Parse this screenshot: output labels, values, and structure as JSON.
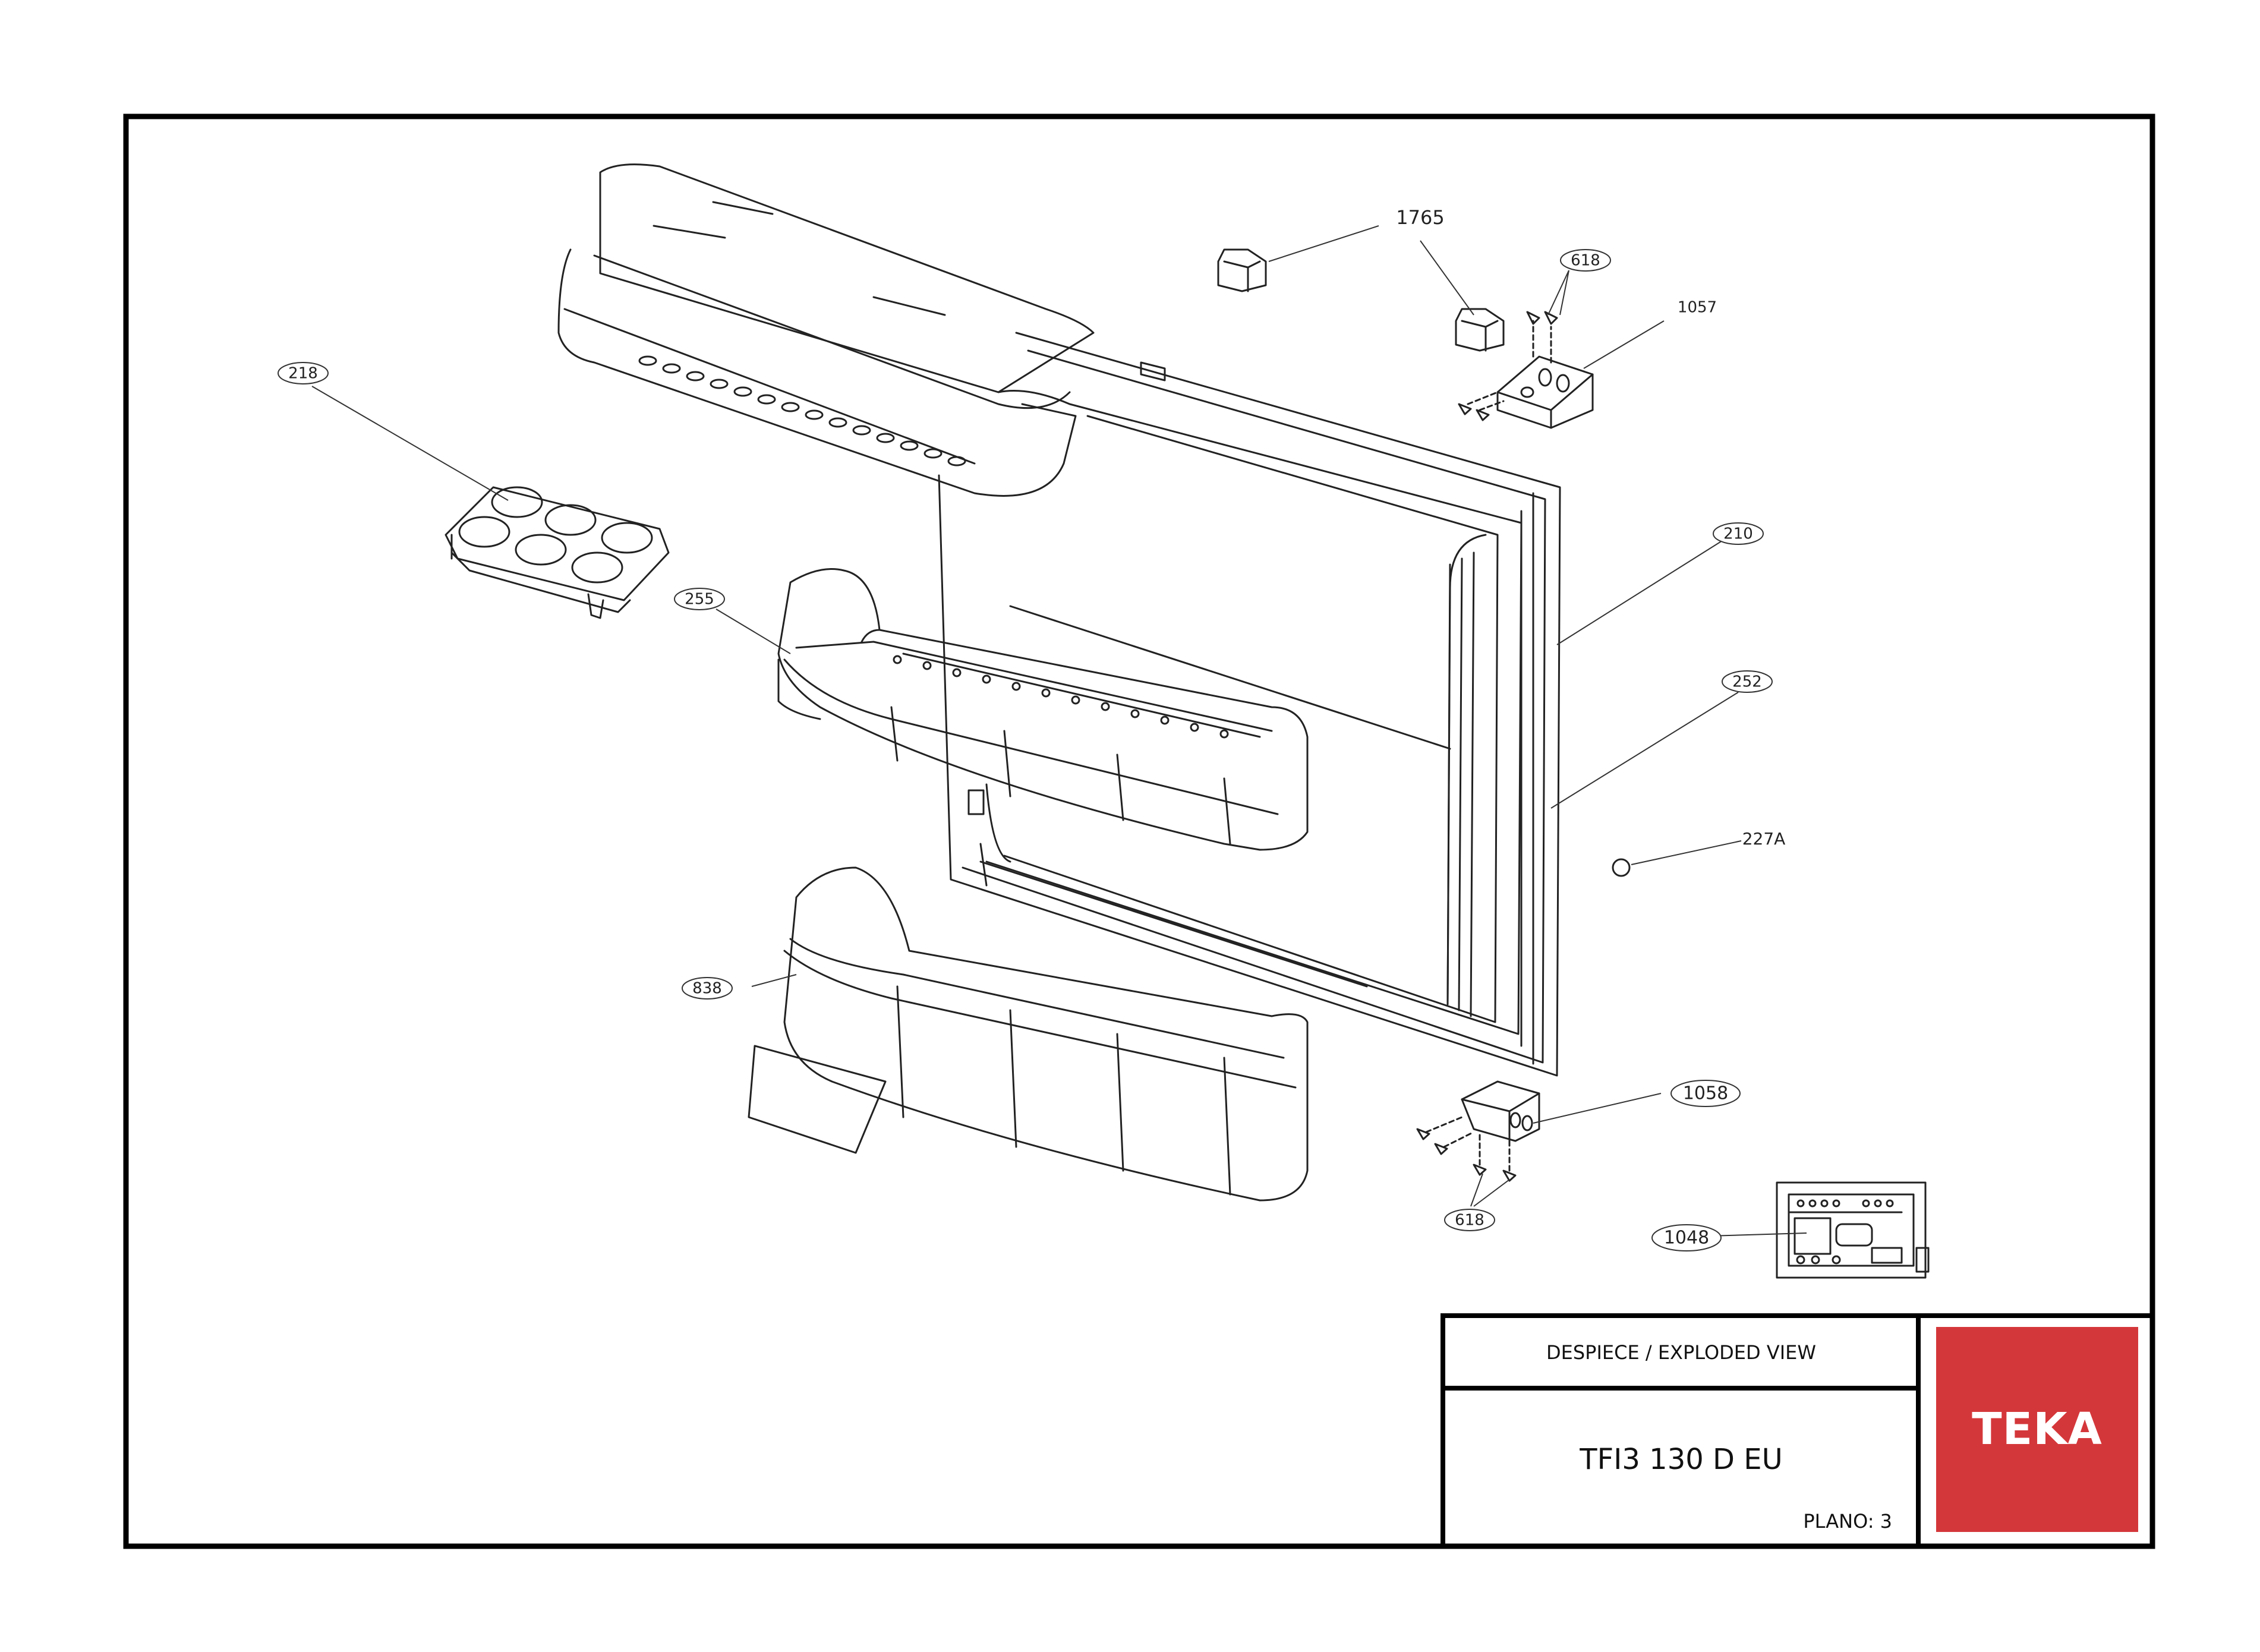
{
  "title_block": {
    "heading": "DESPIECE / EXPLODED VIEW",
    "model": "TFI3 130 D EU",
    "plano": "PLANO: 3",
    "logo_text": "TEKA",
    "logo_color": "#d4373a"
  },
  "callouts": {
    "c1765": "1765",
    "c618_top": "618",
    "c1057": "1057",
    "c218": "218",
    "c210": "210",
    "c255": "255",
    "c252": "252",
    "c227a": "227A",
    "c838": "838",
    "c1058": "1058",
    "c618_bottom": "618",
    "c1048": "1048"
  }
}
